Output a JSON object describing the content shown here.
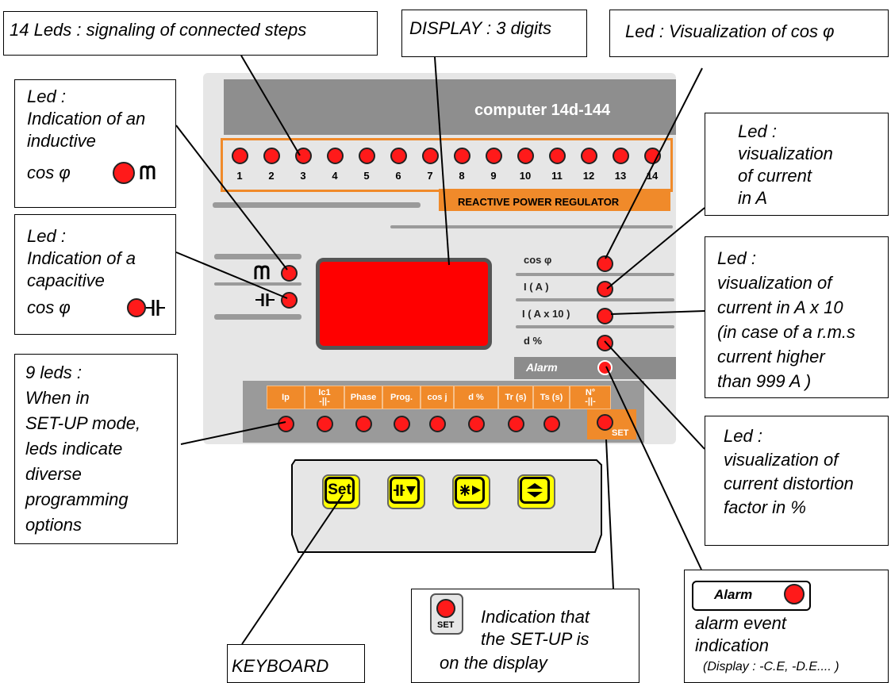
{
  "device": {
    "brand": "computer 14d-144",
    "subtitle": "REACTIVE POWER REGULATOR",
    "step_numbers": [
      "1",
      "2",
      "3",
      "4",
      "5",
      "6",
      "7",
      "8",
      "9",
      "10",
      "11",
      "12",
      "13",
      "14"
    ],
    "indicators": [
      "cos φ",
      "I ( A )",
      "I ( A x 10 )",
      "d %"
    ],
    "alarm_label": "Alarm",
    "options": [
      "Ip",
      "Ic1\n-||-",
      "Phase",
      "Prog.",
      "cos j",
      "d %",
      "Tr (s)",
      "Ts (s)",
      "N°\n-||-"
    ],
    "set_label": "SET",
    "keys": {
      "set_label": "Set"
    }
  },
  "callouts": {
    "leds_steps": "14 Leds : signaling of connected steps",
    "display": "DISPLAY : 3 digits",
    "cos_led": "Led : Visualization of  cos φ",
    "inductive": [
      "Led :",
      "Indication of an",
      "inductive",
      "cos φ"
    ],
    "capacitive": [
      "Led :",
      "Indication of a",
      "capacitive",
      "cos φ"
    ],
    "current_a": [
      "Led :",
      "visualization",
      "of current",
      "in A"
    ],
    "current_ax10": [
      "Led :",
      "visualization of",
      "current in A x 10",
      "(in case of a r.m.s",
      "current higher",
      "than 999 A )"
    ],
    "distortion": [
      "Led :",
      "visualization of",
      "current distortion",
      "factor in %"
    ],
    "nine_leds": [
      "9 leds :",
      "When in",
      "SET-UP mode,",
      "leds indicate",
      "diverse",
      "programming",
      "options"
    ],
    "keyboard": "KEYBOARD",
    "setup": [
      "Indication that",
      "the  SET-UP is",
      "on the display"
    ],
    "setup_badge": "SET",
    "alarm": {
      "badge": "Alarm",
      "line1": "alarm event",
      "line2": "indication",
      "line3": "(Display : -C.E, -D.E.... )"
    }
  },
  "colors": {
    "orange": "#f08a2a",
    "red_led": "#ff1a1a",
    "display": "#ff0000",
    "key": "#ffff00",
    "panel": "#e6e6e6",
    "header": "#8e8e8e"
  }
}
